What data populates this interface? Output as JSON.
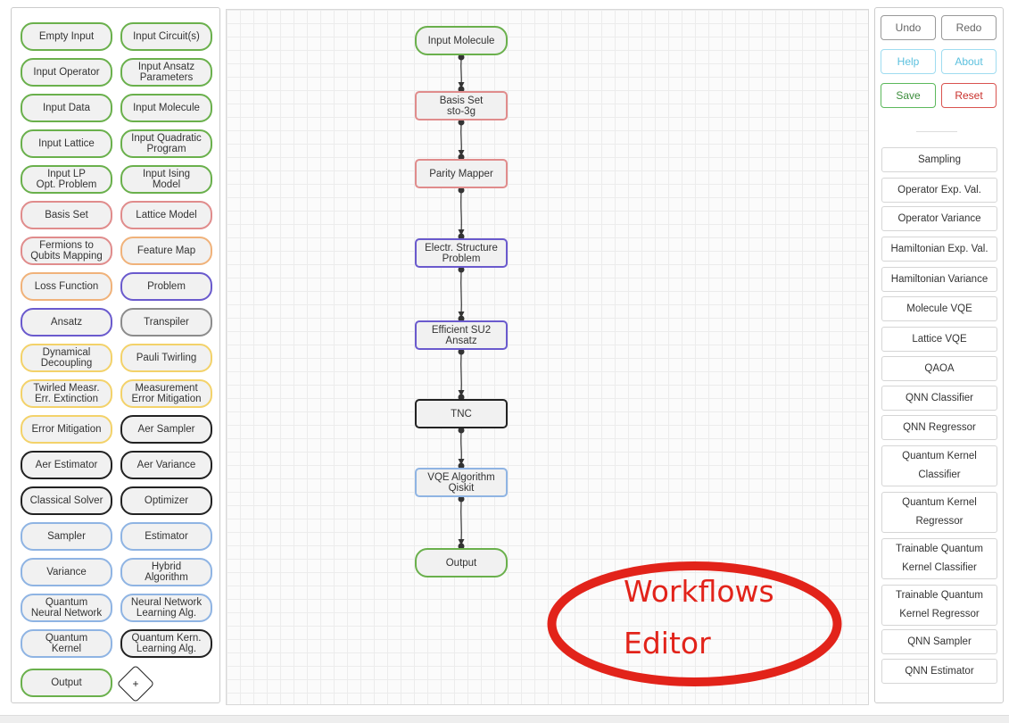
{
  "palette": {
    "items": [
      {
        "label": "Empty Input",
        "color": "green"
      },
      {
        "label": "Input Circuit(s)",
        "color": "green"
      },
      {
        "label": "Input Operator",
        "color": "green"
      },
      {
        "label": "Input Ansatz\nParameters",
        "color": "green"
      },
      {
        "label": "Input Data",
        "color": "green"
      },
      {
        "label": "Input Molecule",
        "color": "green"
      },
      {
        "label": "Input Lattice",
        "color": "green"
      },
      {
        "label": "Input Quadratic\nProgram",
        "color": "green"
      },
      {
        "label": "Input LP\nOpt. Problem",
        "color": "green"
      },
      {
        "label": "Input Ising\nModel",
        "color": "green"
      },
      {
        "label": "Basis Set",
        "color": "red"
      },
      {
        "label": "Lattice Model",
        "color": "red"
      },
      {
        "label": "Fermions to\nQubits Mapping",
        "color": "red"
      },
      {
        "label": "Feature Map",
        "color": "orange"
      },
      {
        "label": "Loss Function",
        "color": "orange"
      },
      {
        "label": "Problem",
        "color": "purple"
      },
      {
        "label": "Ansatz",
        "color": "purple"
      },
      {
        "label": "Transpiler",
        "color": "gray"
      },
      {
        "label": "Dynamical\nDecoupling",
        "color": "yellow"
      },
      {
        "label": "Pauli Twirling",
        "color": "yellow"
      },
      {
        "label": "Twirled Measr.\nErr. Extinction",
        "color": "yellow"
      },
      {
        "label": "Measurement\nError Mitigation",
        "color": "yellow"
      },
      {
        "label": "Error Mitigation",
        "color": "yellow"
      },
      {
        "label": "Aer Sampler",
        "color": "black"
      },
      {
        "label": "Aer Estimator",
        "color": "black"
      },
      {
        "label": "Aer Variance",
        "color": "black"
      },
      {
        "label": "Classical Solver",
        "color": "black"
      },
      {
        "label": "Optimizer",
        "color": "black"
      },
      {
        "label": "Sampler",
        "color": "blue"
      },
      {
        "label": "Estimator",
        "color": "blue"
      },
      {
        "label": "Variance",
        "color": "blue"
      },
      {
        "label": "Hybrid\nAlgorithm",
        "color": "blue"
      },
      {
        "label": "Quantum\nNeural Network",
        "color": "blue"
      },
      {
        "label": "Neural Network\nLearning Alg.",
        "color": "blue"
      },
      {
        "label": "Quantum\nKernel",
        "color": "blue"
      },
      {
        "label": "Quantum Kern.\nLearning Alg.",
        "color": "black"
      },
      {
        "label": "Output",
        "color": "green"
      }
    ],
    "add_label": "+"
  },
  "colors": {
    "green": "#6ab04c",
    "red": "#e08c8c",
    "orange": "#f0b27a",
    "purple": "#6a5acd",
    "gray": "#8c8c8c",
    "yellow": "#f3d26a",
    "black": "#222222",
    "blue": "#8fb4e3",
    "annotation": "#e2231a"
  },
  "workflow": {
    "nodes": [
      {
        "label": "Input Molecule",
        "color": "green"
      },
      {
        "label": "Basis Set\nsto-3g",
        "color": "red"
      },
      {
        "label": "Parity Mapper",
        "color": "red"
      },
      {
        "label": "Electr. Structure\nProblem",
        "color": "purple"
      },
      {
        "label": "Efficient SU2\nAnsatz",
        "color": "purple"
      },
      {
        "label": "TNC",
        "color": "black"
      },
      {
        "label": "VQE Algorithm\nQiskit",
        "color": "blue"
      },
      {
        "label": "Output",
        "color": "green"
      }
    ]
  },
  "annotation": {
    "line1": "Workflows",
    "line2": "Editor"
  },
  "toolbar": {
    "undo": "Undo",
    "redo": "Redo",
    "help": "Help",
    "about": "About",
    "save": "Save",
    "reset": "Reset"
  },
  "workflows": [
    "Sampling",
    "Operator Exp. Val.",
    "Operator Variance",
    "Hamiltonian Exp. Val.",
    "Hamiltonian Variance",
    "Molecule VQE",
    "Lattice VQE",
    "QAOA",
    "QNN Classifier",
    "QNN Regressor",
    "Quantum Kernel\nClassifier",
    "Quantum Kernel\nRegressor",
    "Trainable Quantum\nKernel Classifier",
    "Trainable Quantum\nKernel Regressor",
    "QNN Sampler",
    "QNN Estimator"
  ]
}
